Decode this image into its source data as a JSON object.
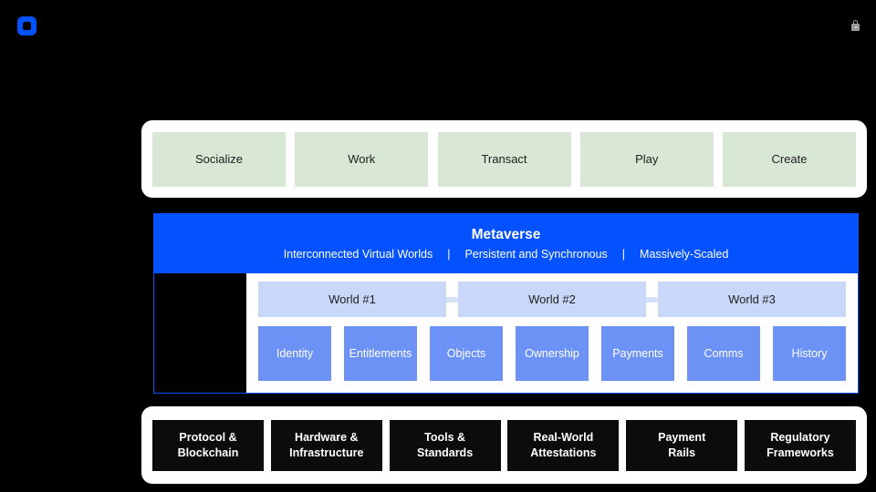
{
  "slide": {
    "background": "#000000"
  },
  "logo": {
    "color": "#0452fd",
    "hole_color": "#000000"
  },
  "top_right": {
    "lock_icon_color": "#9a9a9a"
  },
  "experiences": {
    "items": [
      "Socialize",
      "Work",
      "Transact",
      "Play",
      "Create"
    ],
    "box_color": "#d9e8d4",
    "text_color": "#212121"
  },
  "metaverse": {
    "title": "Metaverse",
    "subtitle_segments": [
      "Interconnected Virtual Worlds",
      "Persistent and Synchronous",
      "Massively-Scaled"
    ],
    "separator": "|",
    "banner_color": "#0452fd",
    "border_color": "#0452fd",
    "worlds": {
      "items": [
        "World #1",
        "World #2",
        "World #3"
      ],
      "box_color": "#c9d7f8",
      "connector_color": "#d5e1f8",
      "text_color": "#1f1f1f"
    },
    "features": {
      "items": [
        "Identity",
        "Entitlements",
        "Objects",
        "Ownership",
        "Payments",
        "Comms",
        "History"
      ],
      "box_color": "#6c92f5",
      "text_color": "#ffffff"
    }
  },
  "infrastructure": {
    "items": [
      "Protocol &\nBlockchain",
      "Hardware &\nInfrastructure",
      "Tools &\nStandards",
      "Real-World\nAttestations",
      "Payment\nRails",
      "Regulatory\nFrameworks"
    ],
    "box_color": "#0c0c0c",
    "text_color": "#ffffff"
  }
}
